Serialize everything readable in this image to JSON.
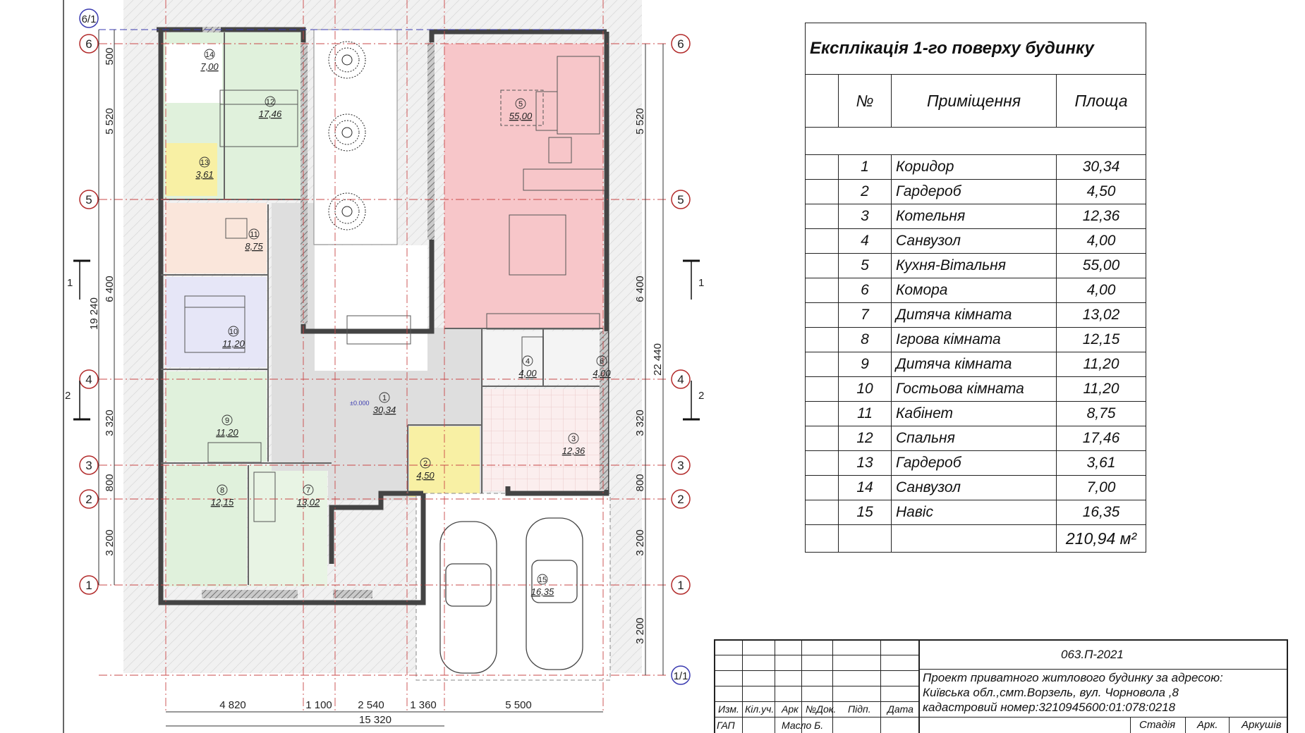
{
  "plan": {
    "axes": {
      "rows": [
        "6/1",
        "6",
        "5",
        "4",
        "3",
        "2",
        "1",
        "1/1"
      ],
      "left_dims": [
        "500",
        "5 520",
        "6 400",
        "3 320",
        "800",
        "3 200"
      ],
      "left_total": "19 240",
      "right_dims": [
        "5 520",
        "6 400",
        "3 320",
        "800",
        "3 200",
        "3 200"
      ],
      "right_total": "22 440",
      "bottom_dims": [
        "4 820",
        "1 100",
        "2 540",
        "1 360",
        "5 500"
      ],
      "bottom_total": "15 320",
      "section_marks": [
        "1",
        "2"
      ],
      "level_mark": "±0.000"
    },
    "rooms": [
      {
        "num": "1",
        "area": "30,34"
      },
      {
        "num": "2",
        "area": "4,50"
      },
      {
        "num": "3",
        "area": "12,36"
      },
      {
        "num": "4",
        "area": "4,00"
      },
      {
        "num": "5",
        "area": "55,00"
      },
      {
        "num": "6",
        "area": "4,00"
      },
      {
        "num": "7",
        "area": "13,02"
      },
      {
        "num": "8",
        "area": "12,15"
      },
      {
        "num": "9",
        "area": "11,20"
      },
      {
        "num": "10",
        "area": "11,20"
      },
      {
        "num": "11",
        "area": "8,75"
      },
      {
        "num": "12",
        "area": "17,46"
      },
      {
        "num": "13",
        "area": "3,61"
      },
      {
        "num": "14",
        "area": "7,00"
      },
      {
        "num": "15",
        "area": "16,35"
      }
    ]
  },
  "explication": {
    "title": "Експлікація 1-го поверху будинку",
    "headers": {
      "num": "№",
      "room": "Приміщення",
      "area": "Площа"
    },
    "rows": [
      {
        "num": "1",
        "room": "Коридор",
        "area": "30,34"
      },
      {
        "num": "2",
        "room": "Гардероб",
        "area": "4,50"
      },
      {
        "num": "3",
        "room": "Котельня",
        "area": "12,36"
      },
      {
        "num": "4",
        "room": "Санвузол",
        "area": "4,00"
      },
      {
        "num": "5",
        "room": "Кухня-Вітальня",
        "area": "55,00"
      },
      {
        "num": "6",
        "room": "Комора",
        "area": "4,00"
      },
      {
        "num": "7",
        "room": "Дитяча кімната",
        "area": "13,02"
      },
      {
        "num": "8",
        "room": "Ігрова кімната",
        "area": "12,15"
      },
      {
        "num": "9",
        "room": "Дитяча кімната",
        "area": "11,20"
      },
      {
        "num": "10",
        "room": "Гостьова кімната",
        "area": "11,20"
      },
      {
        "num": "11",
        "room": "Кабінет",
        "area": "8,75"
      },
      {
        "num": "12",
        "room": "Спальня",
        "area": "17,46"
      },
      {
        "num": "13",
        "room": "Гардероб",
        "area": "3,61"
      },
      {
        "num": "14",
        "room": "Санвузол",
        "area": "7,00"
      },
      {
        "num": "15",
        "room": "Навіс",
        "area": "16,35"
      }
    ],
    "total": "210,94 м²"
  },
  "stamp": {
    "code": "063.П-2021",
    "project_lines": [
      "Проект приватного житлового будинку за адресою:",
      "Київська обл.,смт.Ворзель, вул. Чорновола ,8",
      "кадастровий номер:3210945600:01:078:0218"
    ],
    "cols": [
      "Изм.",
      "Кіл.уч.",
      "Арк",
      "№Док.",
      "Підп.",
      "Дата"
    ],
    "role": "ГАП",
    "person": "Масло Б.",
    "footer": [
      "Стадія",
      "Арк.",
      "Аркушів"
    ]
  },
  "colors": {
    "living": "#f7c6c9",
    "bedroom_green": "#e0f1dc",
    "study": "#fae6db",
    "guest": "#e6e6f7",
    "wardrobe": "#f8f0a4",
    "corridor": "#d9d9d9",
    "axis_red": "#b22a2a",
    "axis_blue": "#2a2aa6"
  }
}
